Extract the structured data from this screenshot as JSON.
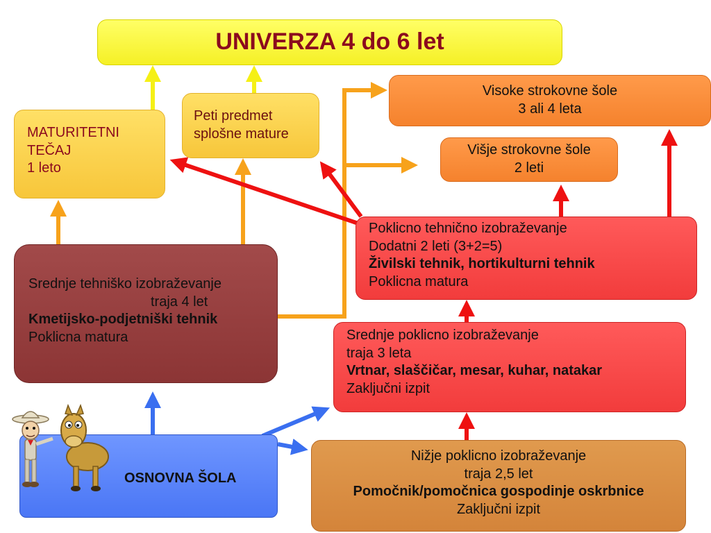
{
  "univerza": {
    "title": "UNIVERZA  4 do 6 let"
  },
  "maturitetni": {
    "line1": "MATURITETNI",
    "line2": "TEČAJ",
    "line3": "1 leto"
  },
  "peti": {
    "line1": "Peti predmet",
    "line2": "splošne mature"
  },
  "visoke": {
    "line1": "Visoke strokovne šole",
    "line2": "3 ali 4 leta"
  },
  "visje": {
    "line1": "Višje strokovne šole",
    "line2": "2 leti"
  },
  "poklicno_teh": {
    "line1": "Poklicno tehnično izobraževanje",
    "line2": "Dodatni 2 leti (3+2=5)",
    "line3": "Živilski tehnik, hortikulturni tehnik",
    "line4": "Poklicna matura"
  },
  "srednje_teh": {
    "line1": "Srednje tehniško izobraževanje",
    "line2": "traja 4 let",
    "line3": "Kmetijsko-podjetniški tehnik",
    "line4": "Poklicna matura"
  },
  "srednje_pok": {
    "line1": "Srednje poklicno izobraževanje",
    "line2": "traja 3 leta",
    "line3": "Vrtnar, slaščičar, mesar, kuhar, natakar",
    "line4": "Zaključni izpit"
  },
  "osnovna": {
    "label": "OSNOVNA ŠOLA"
  },
  "nizje": {
    "line1": "Nižje poklicno izobraževanje",
    "line2": "traja 2,5 let",
    "line3": "Pomočnik/pomočnica gospodinje oskrbnice",
    "line4": "Zaključni izpit"
  },
  "colors": {
    "yellow_arrow": "#f5f016",
    "orange_arrow": "#f7a21b",
    "red_arrow": "#ee1111",
    "blue_arrow": "#3a6ff0",
    "title_text": "#8b0a1e"
  }
}
